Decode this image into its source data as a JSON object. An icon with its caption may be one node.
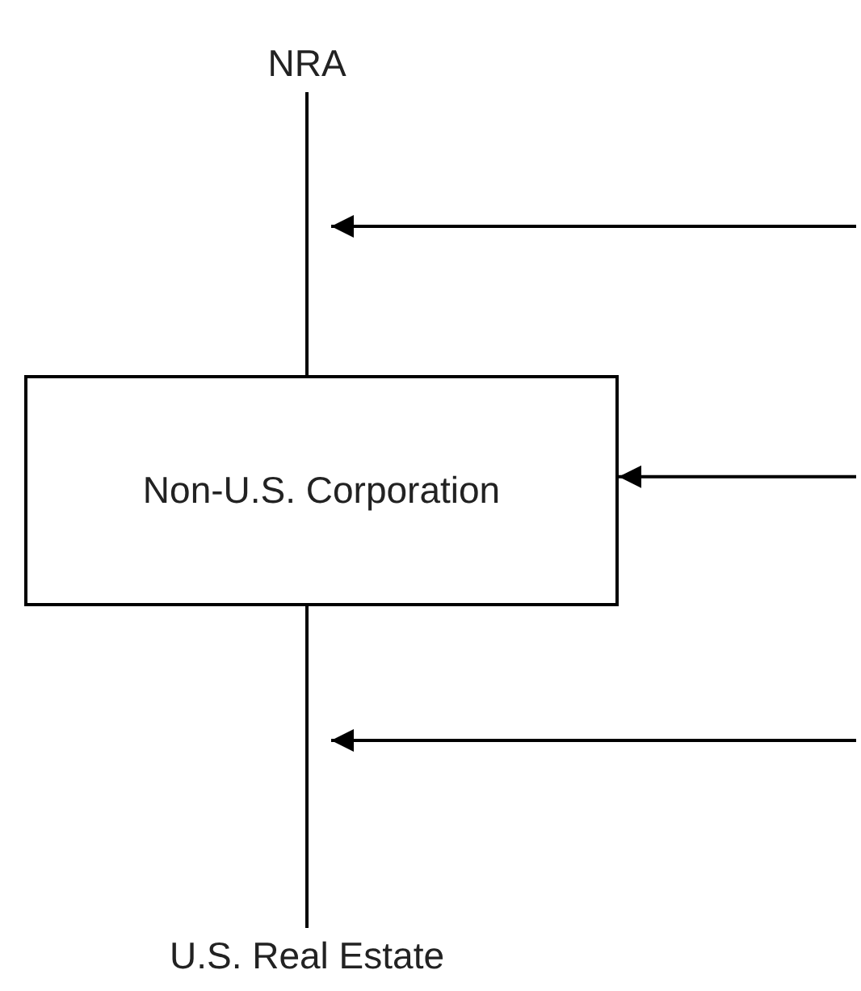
{
  "diagram": {
    "nodes": [
      {
        "text": [
          "NRA"
        ]
      },
      {
        "text": [
          "Non-U.S. Corporation"
        ]
      },
      {
        "text": [
          "U.S. Real Estate"
        ]
      }
    ],
    "edges": [
      {
        "from": 0,
        "to": 1,
        "arrow": "none"
      },
      {
        "from": 1,
        "to": 2,
        "arrow": "none"
      },
      {
        "from": null,
        "to": 1,
        "arrow": "to"
      }
    ]
  }
}
